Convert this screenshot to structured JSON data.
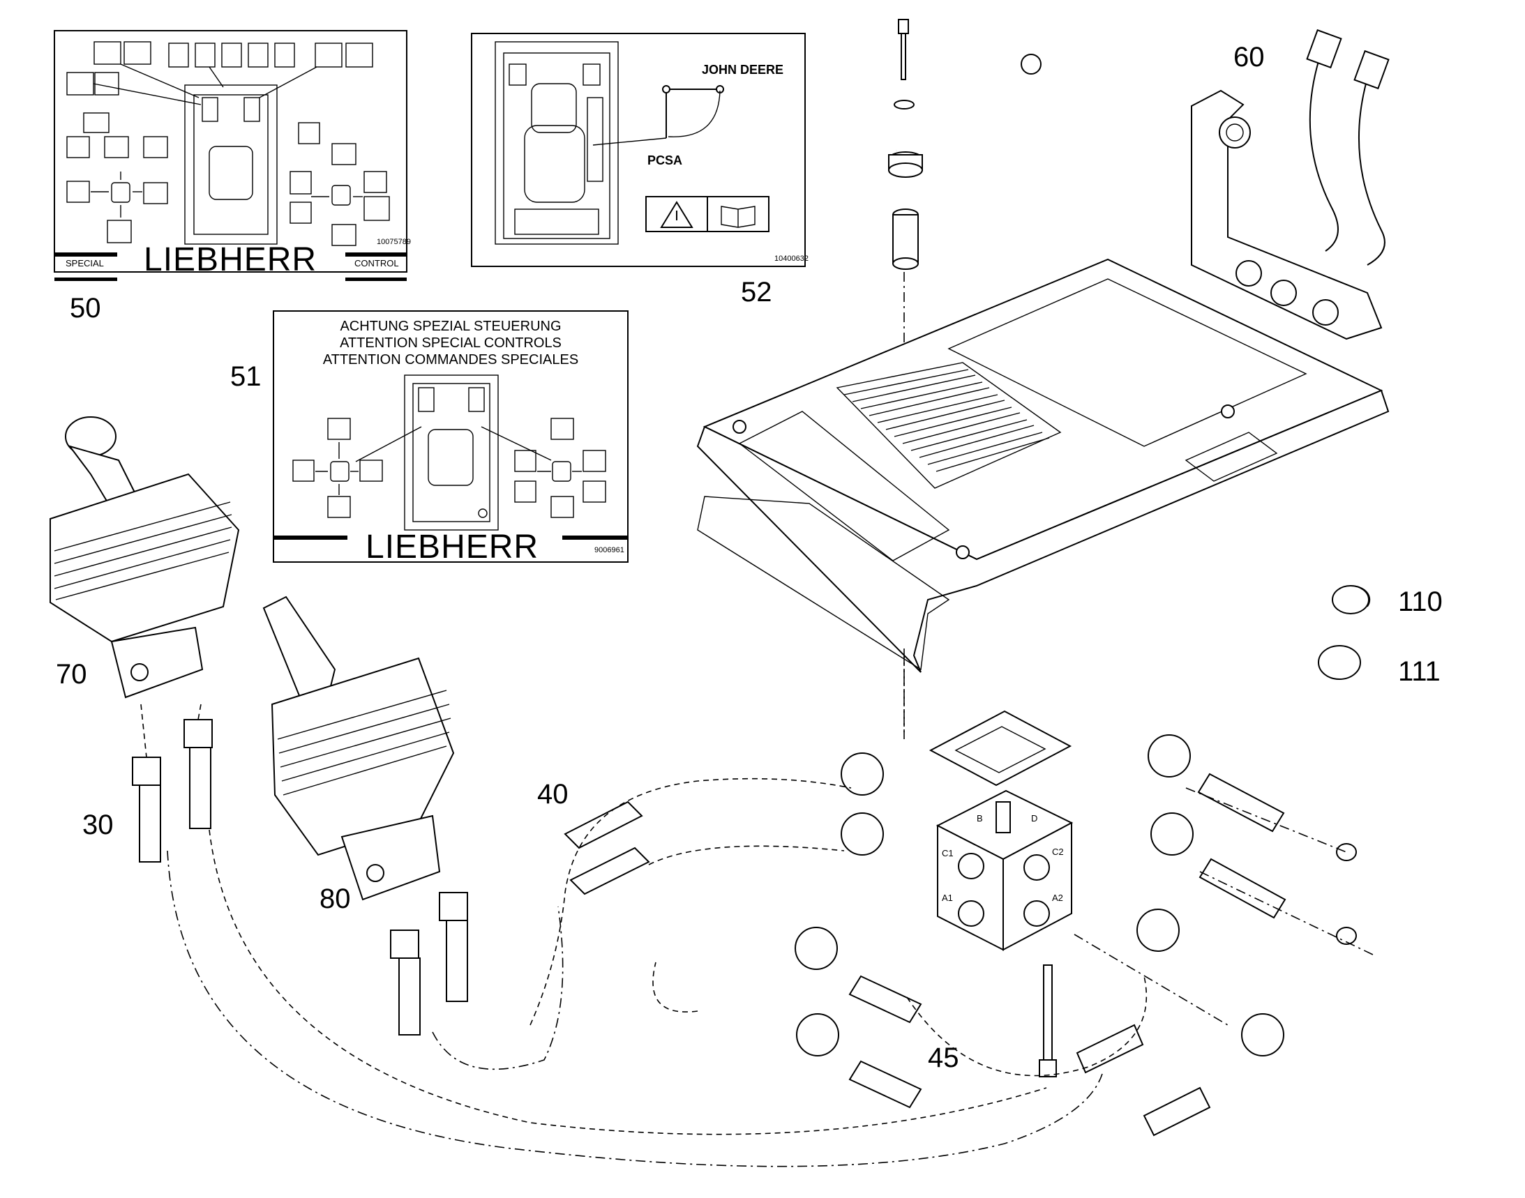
{
  "decal_50": {
    "brand": "LIEBHERR",
    "left_caption": "SPECIAL",
    "right_caption": "CONTROL",
    "part_code": "10075789"
  },
  "decal_51": {
    "heading_de": "ACHTUNG SPEZIAL STEUERUNG",
    "heading_en": "ATTENTION SPECIAL CONTROLS",
    "heading_fr": "ATTENTION COMMANDES SPECIALES",
    "brand": "LIEBHERR",
    "part_code": "9006961"
  },
  "decal_52": {
    "brand": "JOHN DEERE",
    "pattern": "PCSA",
    "part_code": "10400632"
  },
  "valve_ports": [
    "C1",
    "C2",
    "A1",
    "A2",
    "B",
    "D"
  ],
  "callouts": [
    "50",
    "51",
    "52",
    "60",
    "70",
    "30",
    "80",
    "40",
    "45",
    "110",
    "111"
  ]
}
